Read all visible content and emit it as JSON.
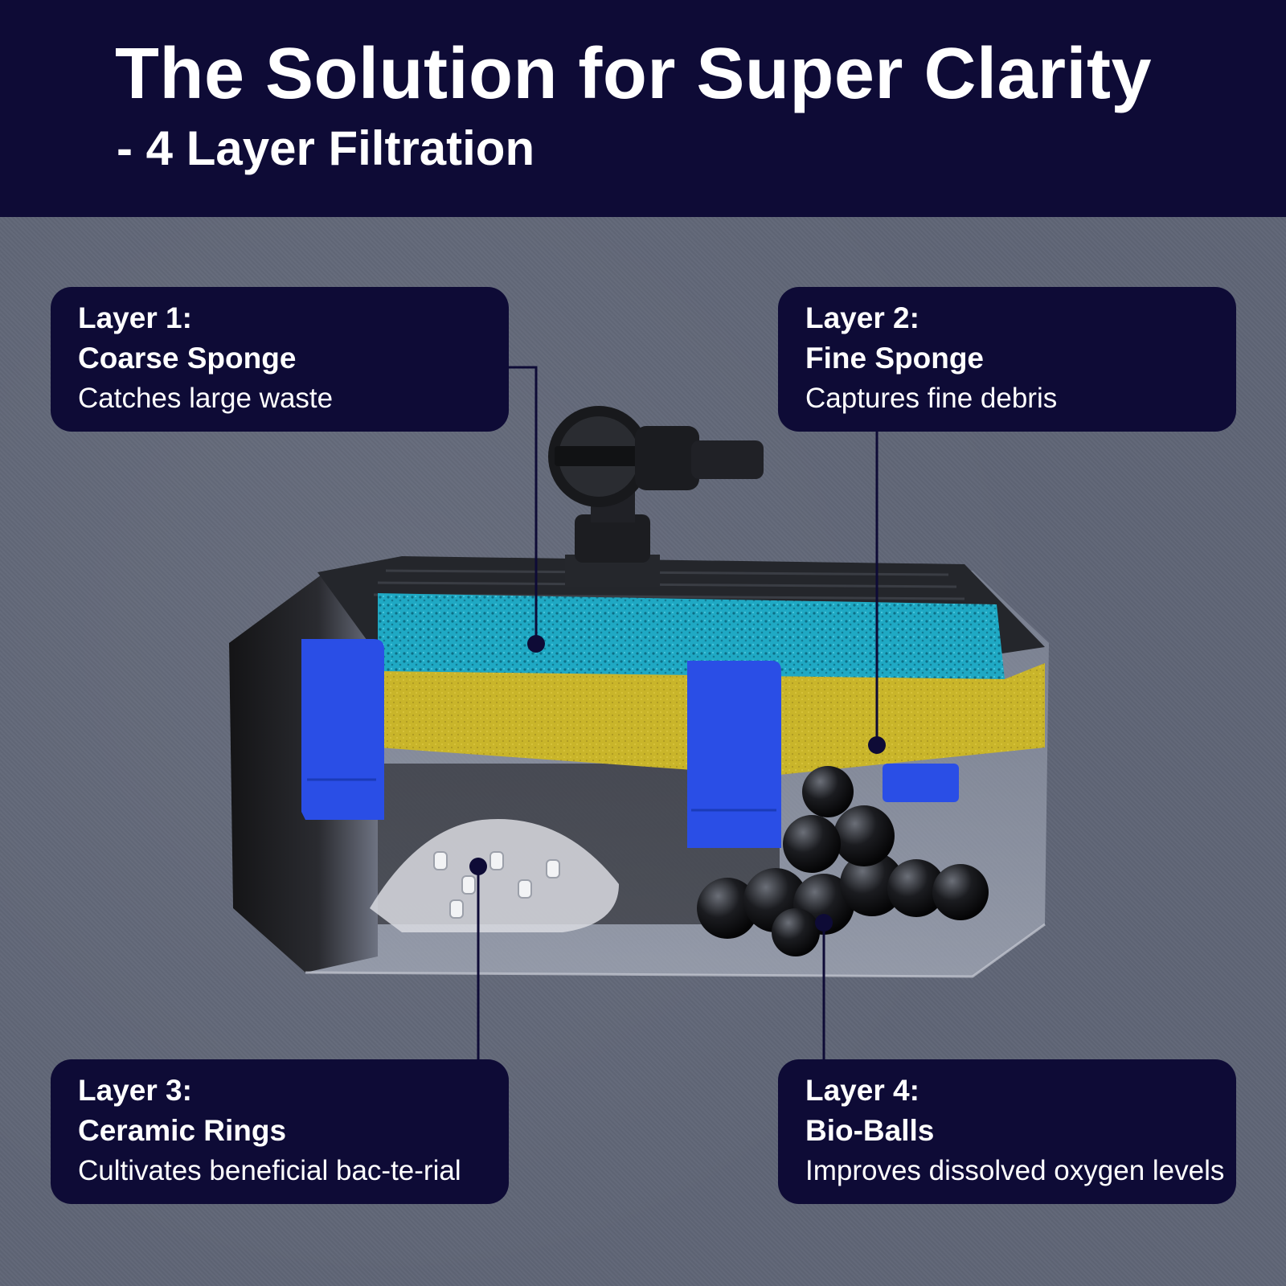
{
  "header": {
    "title": "The Solution for Super Clarity",
    "subtitle": "- 4 Layer Filtration"
  },
  "layers": [
    {
      "label": "Layer 1:",
      "name": "Coarse Sponge",
      "description": "Catches large waste"
    },
    {
      "label": "Layer 2:",
      "name": "Fine Sponge",
      "description": "Captures fine debris"
    },
    {
      "label": "Layer 3:",
      "name": "Ceramic Rings",
      "description": "Cultivates beneficial bac-te-rial"
    },
    {
      "label": "Layer 4:",
      "name": "Bio-Balls",
      "description": "Improves dissolved oxygen levels"
    }
  ],
  "colors": {
    "navy": "#0e0b36",
    "background": "#5f6576",
    "coarse_sponge": "#1fa9c4",
    "fine_sponge": "#c9b52a",
    "clip_blue": "#2a4ee6"
  }
}
